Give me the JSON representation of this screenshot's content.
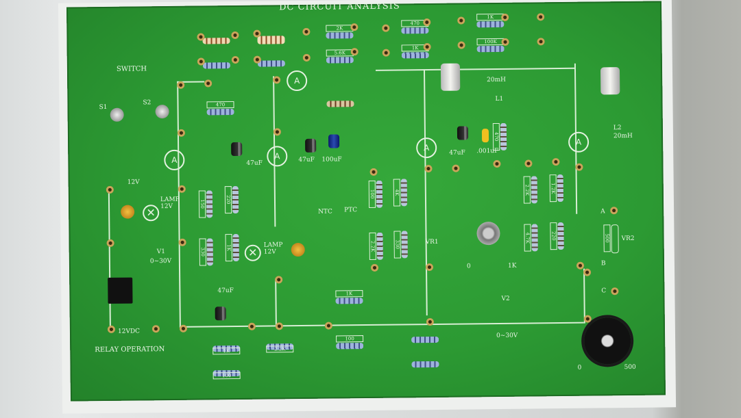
{
  "board": {
    "title": "DC CIRCUIT ANALYSIS",
    "switch_section": "SWITCH",
    "switches": [
      "S1",
      "S2"
    ],
    "relay_section": "RELAY OPERATION",
    "relay_voltage": "12VDC",
    "lamp_voltage": "12V",
    "lamp1": "LAMP 12V",
    "lamp2": "LAMP 12V",
    "v1": "V1",
    "v1_range": "0~30V",
    "v2": "V2",
    "v2_range": "0~30V",
    "ntc": "NTC",
    "ptc": "PTC",
    "vr1": "VR1",
    "vr1_min": "0",
    "vr1_max": "1K",
    "vr2": "VR2",
    "vr2_value": "500",
    "vr2_terminals": [
      "A",
      "B",
      "C"
    ],
    "knob_min": "0",
    "knob_max": "500",
    "l1": "L1",
    "l1_value": "20mH",
    "l2": "L2",
    "l2_value": "20mH",
    "capacitors": [
      "47uF",
      "47uF",
      "100uF",
      "47uF",
      ".001uF",
      "47uF"
    ],
    "ammeter_symbol": "A",
    "top_resistors": [
      "2K",
      "5.6K",
      "470",
      "1K",
      "1K",
      "100K"
    ],
    "left_resistors": [
      "470"
    ],
    "middle_vertical_resistors": [
      "150",
      "220",
      "330",
      "1K"
    ],
    "center_resistors": [
      "1K",
      "100"
    ],
    "bottom_resistors": [
      "1K",
      "2.2K",
      "100"
    ],
    "right_vertical_resistors": [
      "100",
      "4K",
      "2.2K",
      "330",
      "2.2K",
      "1.2K",
      "4.7K",
      "220"
    ],
    "vr2_resistor": "500",
    "inductor_resistor": "470"
  }
}
